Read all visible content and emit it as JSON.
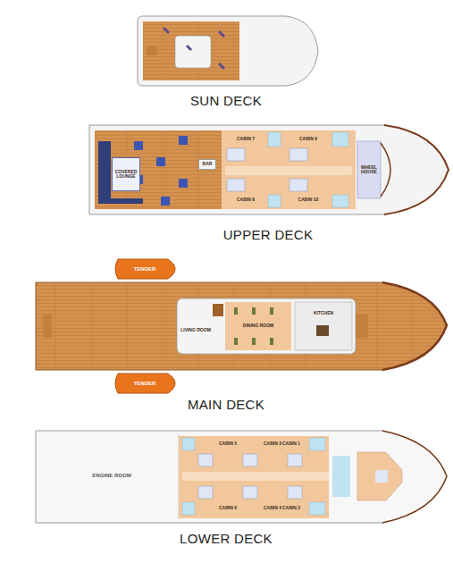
{
  "diagram": {
    "nodes": [
      {
        "text": [
          "COVERED LOUNGE"
        ]
      },
      {
        "text": [
          "BAR"
        ]
      },
      {
        "text": [
          "CABIN 7"
        ]
      },
      {
        "text": [
          "CABIN 9"
        ]
      },
      {
        "text": [
          "CABIN 8"
        ]
      },
      {
        "text": [
          "CABIN 10"
        ]
      },
      {
        "text": [
          "WHEEL HOUSE"
        ]
      },
      {
        "text": [
          "TENDER"
        ]
      },
      {
        "text": [
          "LIVING ROOM"
        ]
      },
      {
        "text": [
          "DINING ROOM"
        ]
      },
      {
        "text": [
          "KITCHEN"
        ]
      },
      {
        "text": [
          "TENDER"
        ]
      },
      {
        "text": [
          "ENGINE ROOM"
        ]
      },
      {
        "text": [
          "CABIN 5"
        ]
      },
      {
        "text": [
          "CABIN 3"
        ]
      },
      {
        "text": [
          "CABIN 1"
        ]
      },
      {
        "text": [
          "CABIN 6"
        ]
      },
      {
        "text": [
          "CABIN 4"
        ]
      },
      {
        "text": [
          "CABIN 2"
        ]
      }
    ],
    "labels": [
      "SUN DECK",
      "UPPER DECK",
      "MAIN DECK",
      "LOWER DECK"
    ]
  }
}
